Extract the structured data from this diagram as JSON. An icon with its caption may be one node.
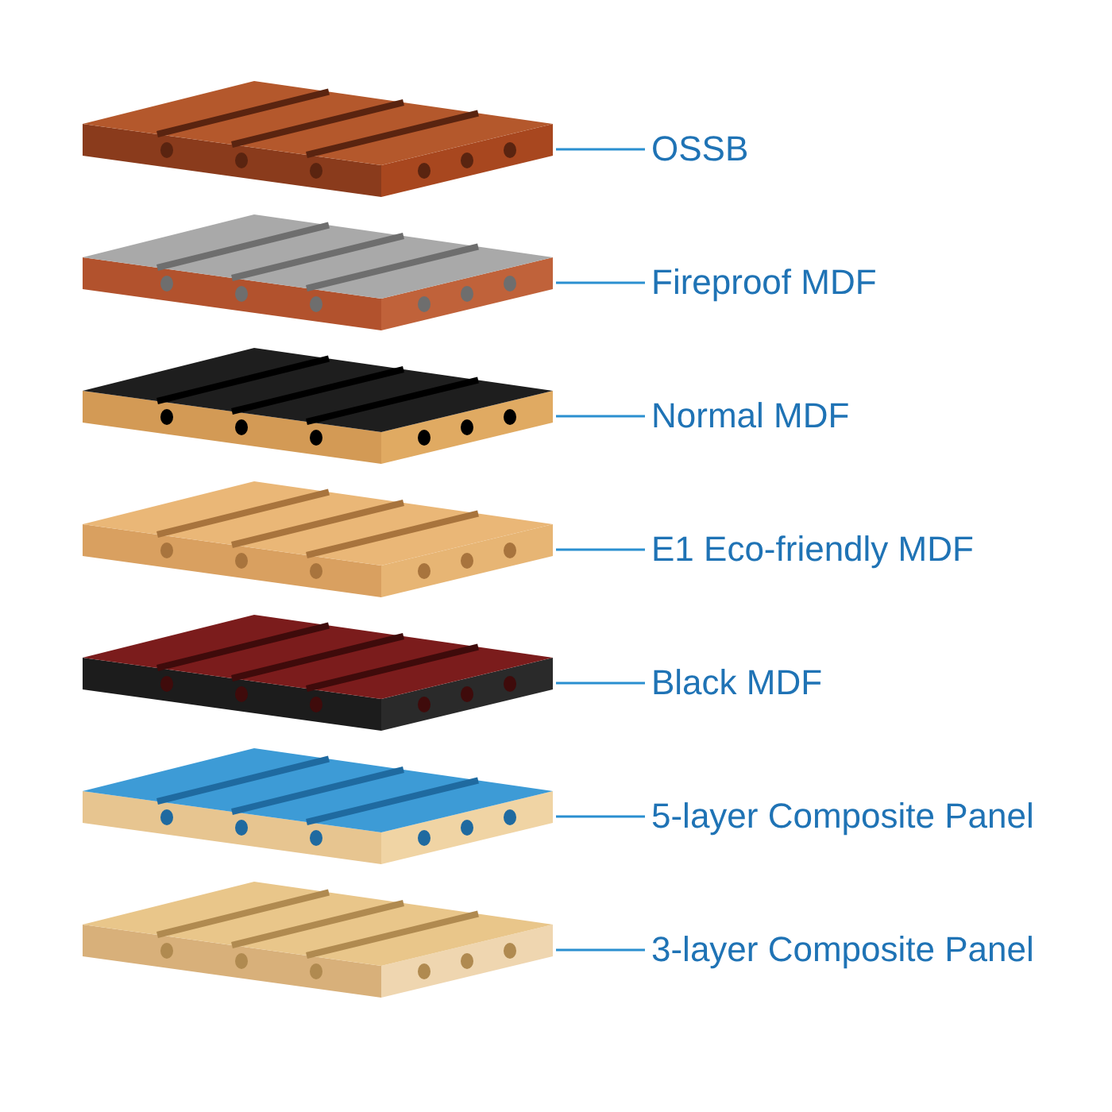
{
  "diagram": {
    "nodes": [
      {
        "text": [
          "OSSB"
        ]
      },
      {
        "text": [
          "Fireproof MDF"
        ]
      },
      {
        "text": [
          "Normal MDF"
        ]
      },
      {
        "text": [
          "E1 Eco-friendly MDF"
        ]
      },
      {
        "text": [
          "Black MDF"
        ]
      },
      {
        "text": [
          "5-layer Composite Panel"
        ]
      },
      {
        "text": [
          "3-layer Composite Panel"
        ]
      },
      {
        "text": [],
        "shape": "picture"
      },
      {
        "text": [],
        "shape": "picture"
      },
      {
        "text": [],
        "shape": "picture"
      },
      {
        "text": [],
        "shape": "picture"
      },
      {
        "text": [],
        "shape": "picture"
      },
      {
        "text": [],
        "shape": "picture"
      },
      {
        "text": [],
        "shape": "picture"
      }
    ],
    "edges": [
      {
        "from": 0,
        "to": 7,
        "arrow": "none"
      },
      {
        "from": 1,
        "to": 8,
        "arrow": "none"
      },
      {
        "from": 2,
        "to": 9,
        "arrow": "none"
      },
      {
        "from": 3,
        "to": 10,
        "arrow": "none"
      },
      {
        "from": 4,
        "to": 11,
        "arrow": "none"
      },
      {
        "from": 5,
        "to": 12,
        "arrow": "none"
      },
      {
        "from": 6,
        "to": 13,
        "arrow": "none"
      }
    ]
  }
}
